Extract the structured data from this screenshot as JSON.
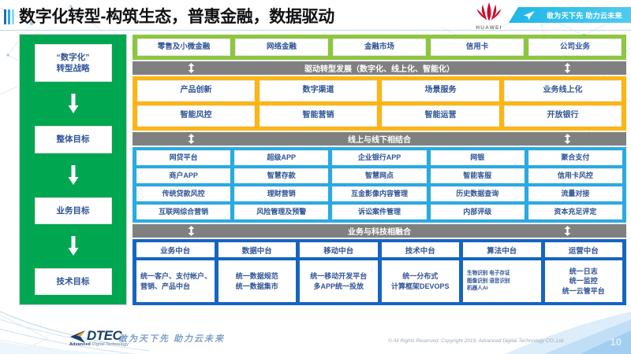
{
  "header": {
    "title": "数字化转型-构筑生态，普惠金融，数据驱动",
    "brand": "HUAWEI",
    "ribbon_slogan": "敢为天下先 助力云未来"
  },
  "sidebar": {
    "items": [
      {
        "label": "“数字化”\n转型战略"
      },
      {
        "label": "整体目标"
      },
      {
        "label": "业务目标"
      },
      {
        "label": "技术目标"
      }
    ]
  },
  "bands": {
    "business_lines": {
      "color": "#8dc63f",
      "cells": [
        "零售及小微金融",
        "网络金融",
        "金融市场",
        "信用卡",
        "公司业务"
      ]
    },
    "bar_1": "驱动转型发展（数字化、线上化、智能化）",
    "capabilities": {
      "color": "#fcb514",
      "rows": [
        [
          "产品创新",
          "数字渠道",
          "场景服务",
          "业务线上化"
        ],
        [
          "智能风控",
          "智能营销",
          "智能运营",
          "开放银行"
        ]
      ]
    },
    "bar_2": "线上与线下相结合",
    "applications": {
      "color": "#29abe2",
      "rows": [
        [
          "网贷平台",
          "超级APP",
          "企业银行APP",
          "网银",
          "聚合支付"
        ],
        [
          "商户APP",
          "智慧存款",
          "智慧网点",
          "智能客服",
          "信用卡风控"
        ],
        [
          "传统贷款风控",
          "理财营销",
          "互金影像内容管理",
          "历史数据查询",
          "流量对接"
        ],
        [
          "互联网综合营销",
          "风险管理及预警",
          "诉讼案件管理",
          "内部评级",
          "资本充足评定"
        ]
      ]
    },
    "bar_3": "业务与科技相融合",
    "platforms": {
      "color": "#1565c0",
      "columns": [
        {
          "head": "业务中台",
          "body": "统一客户、支付帐户、营销、产品中台",
          "style": "left"
        },
        {
          "head": "数据中台",
          "body": "统一数据规范\n统一数据集市",
          "style": "center"
        },
        {
          "head": "移动中台",
          "body": "统一移动开发平台\n多APP统一投放",
          "style": "center"
        },
        {
          "head": "技术中台",
          "body": "统一分布式\n计算框架DEVOPS",
          "style": "center"
        },
        {
          "head": "算法中台",
          "body": "生物识别 电子存证\n图像识别 语音识别\n机器人AI",
          "style": "tiny"
        },
        {
          "head": "运营中台",
          "body": "统一日志\n统一监控\n统一云管平台",
          "style": "center"
        }
      ]
    }
  },
  "footer": {
    "logo_name": "DTEC",
    "logo_sub_bold": "Advanced",
    "logo_sub_rest": " Digital Technology",
    "slogan": "敢为天下先  助力云未来",
    "copyright": "© All Rights Reserved. Copyright 2019, Advanced Digital Technology CO.,Ltd",
    "page_number": "10"
  }
}
